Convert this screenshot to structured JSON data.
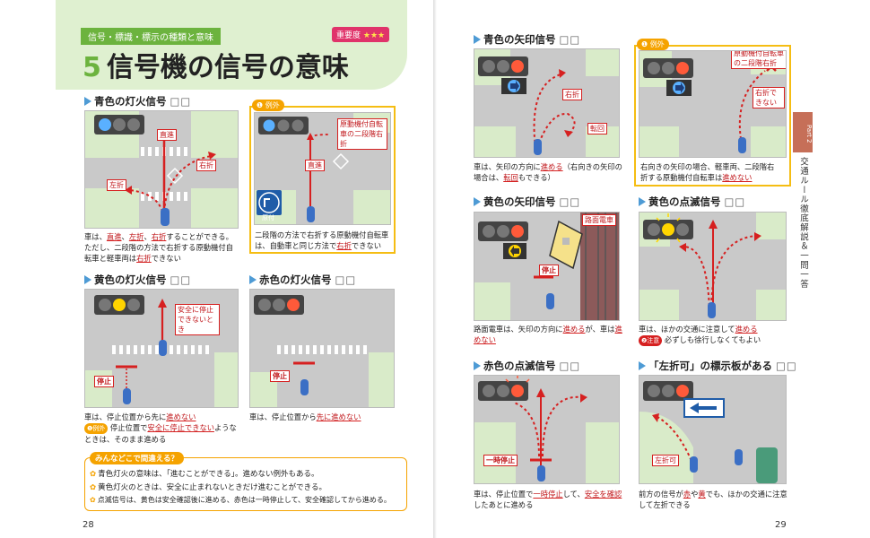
{
  "header": {
    "chapter_label": "信号・標識・標示の種類と意味",
    "importance_label": "重要度",
    "importance_stars": "★★★",
    "title_num": "5",
    "title": "信号機の信号の意味"
  },
  "sections": {
    "green_light": {
      "title": "青色の灯火信号",
      "box": "□□",
      "labels": {
        "straight": "直進",
        "right": "右折",
        "left": "左折"
      },
      "caption": {
        "l1a": "車は、",
        "l1b": "直進",
        "l1c": "、",
        "l1d": "左折",
        "l1e": "、",
        "l1f": "右折",
        "l1g": "することができる。",
        "l2": "ただし、二段階の方法で右折する原動機付自",
        "l3a": "転車と軽車両は",
        "l3b": "右折",
        "l3c": "できない"
      }
    },
    "green_exception": {
      "tag": "❶ 例外",
      "label_moped": "原動機付自転車の二段階右折",
      "label_straight": "直進",
      "sign_text": "原付",
      "caption": {
        "l1": "二段階の方法で右折する原動機付自転車",
        "l2a": "は、自動車と同じ方法で",
        "l2b": "右折",
        "l2c": "できない"
      }
    },
    "yellow_light": {
      "title": "黄色の灯火信号",
      "box": "□□",
      "label_safe": "安全に停止できないとき",
      "label_stop": "停止",
      "caption": {
        "l1a": "車は、停止位置から先に",
        "l1b": "進めない",
        "l2badge": "❶例外",
        "l2a": "停止位置で",
        "l2b": "安全に停止できない",
        "l2c": "ような",
        "l3": "ときは、そのまま進める"
      }
    },
    "red_light": {
      "title": "赤色の灯火信号",
      "box": "□□",
      "label_stop": "停止",
      "caption": {
        "l1a": "車は、停止位置から",
        "l1b": "先に進めない"
      }
    },
    "green_arrow": {
      "title": "青色の矢印信号",
      "box": "□□",
      "label_right": "右折",
      "label_uturn": "転回",
      "caption": {
        "l1a": "車は、矢印の方向に",
        "l1b": "進める",
        "l1c": "（右向きの矢印の",
        "l2a": "場合は、",
        "l2b": "転回",
        "l2c": "もできる）"
      }
    },
    "green_arrow_exception": {
      "tag": "❶ 例外",
      "label_moped": "原動機付自転車の二段階右折",
      "label_right": "右折できない",
      "caption": {
        "l1": "右向きの矢印の場合、軽車両、二段階右",
        "l2a": "折する原動機付自転車は",
        "l2b": "進めない"
      }
    },
    "yellow_arrow": {
      "title": "黄色の矢印信号",
      "box": "□□",
      "label_tram": "路面電車",
      "label_stop": "停止",
      "caption": {
        "l1a": "路面電車は、矢印の方向に",
        "l1b": "進める",
        "l1c": "が、車は",
        "l1d": "進",
        "l2": "めない"
      }
    },
    "yellow_flash": {
      "title": "黄色の点滅信号",
      "box": "□□",
      "caption": {
        "l1a": "車は、ほかの交通に注意して",
        "l1b": "進める",
        "l2badge": "❷注意",
        "l2": "必ずしも徐行しなくてもよい"
      }
    },
    "red_flash": {
      "title": "赤色の点滅信号",
      "box": "□□",
      "label_stop": "一時停止",
      "caption": {
        "l1a": "車は、停止位置で",
        "l1b": "一時停止",
        "l1c": "して、",
        "l1d": "安全を確認",
        "l2": "したあとに進める"
      }
    },
    "left_turn_sign": {
      "title": "「左折可」の標示板がある",
      "box": "□□",
      "label_left": "左折可",
      "caption": {
        "l1a": "前方の信号が",
        "l1b": "赤",
        "l1c": "や",
        "l1d": "黄",
        "l1e": "でも、ほかの交通に注意",
        "l2": "して左折できる"
      }
    }
  },
  "note": {
    "head": "みんなどこで間違える？",
    "lines": [
      "青色灯火の意味は、「進むことができる」。進めない例外もある。",
      "黄色灯火のときは、安全に止まれないときだけ進むことができる。",
      "点滅信号は、黄色は安全確認後に進める、赤色は一時停止して、安全確認してから進める。"
    ]
  },
  "page_numbers": {
    "left": "28",
    "right": "29"
  },
  "side": {
    "tab": "Part 2",
    "text": "交通ルール徹底解説＆一問一答"
  },
  "colors": {
    "accent_green": "#6cb33e",
    "accent_blue": "#4e9bd5",
    "exception_yellow": "#f5bd13",
    "red": "#d62020",
    "road_gray": "#c9c9c9"
  }
}
